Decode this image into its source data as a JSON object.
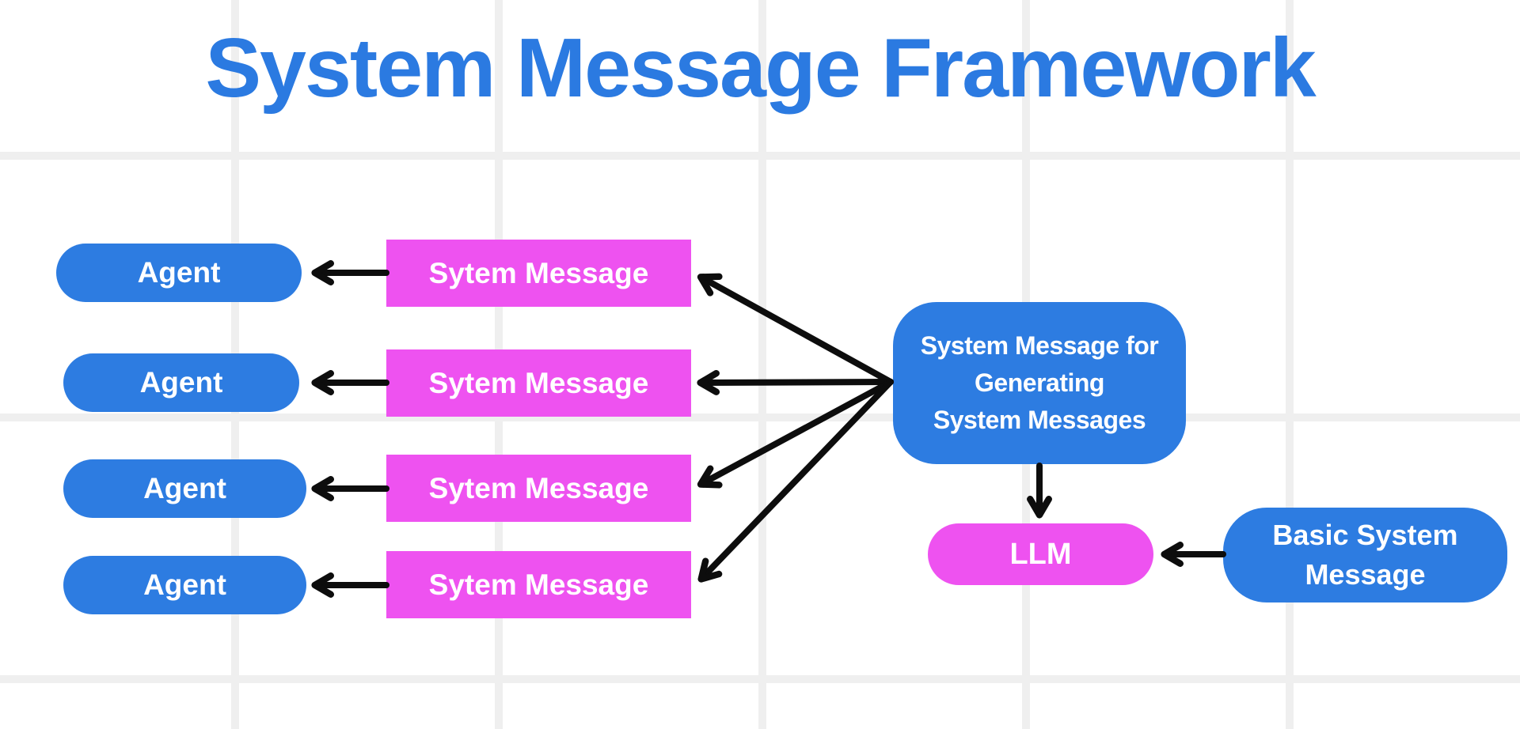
{
  "title": "System Message Framework",
  "colors": {
    "node_blue": "#2d7ce1",
    "node_magenta": "#ee52f0",
    "title_blue": "#2b7ae1",
    "arrow_black": "#0d0d0d",
    "grid_line": "#efefef",
    "node_text": "#ffffff",
    "background": "#ffffff"
  },
  "agent_rows": [
    {
      "agent_label": "Agent",
      "message_label": "Sytem Message"
    },
    {
      "agent_label": "Agent",
      "message_label": "Sytem Message"
    },
    {
      "agent_label": "Agent",
      "message_label": "Sytem Message"
    },
    {
      "agent_label": "Agent",
      "message_label": "Sytem Message"
    }
  ],
  "generator_node": {
    "label": "System Message for\nGenerating\nSystem Messages"
  },
  "llm_node": {
    "label": "LLM"
  },
  "basic_node": {
    "label": "Basic System\nMessage"
  }
}
